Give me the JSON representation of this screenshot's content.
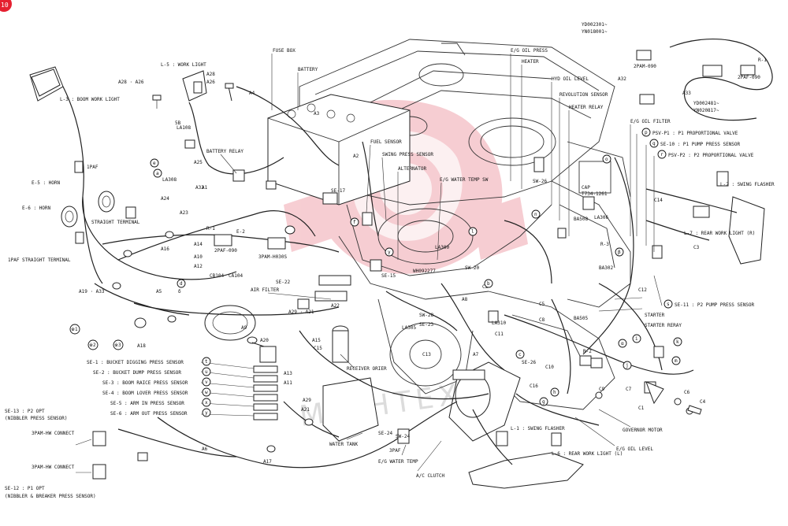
{
  "corner_badge": "10",
  "watermark": "MIGHTEX",
  "codes": [
    "YD002301~",
    "YN018001~",
    "YD002481~",
    "YN020817~"
  ],
  "top_labels": [
    "FUSE BOX",
    "BATTERY",
    "E/G OIL PRESS",
    "HEATER",
    "HYD OIL LEVEL",
    "REVOLUTION SENSOR",
    "HEATER RELAY",
    "E/G OIL FILTER",
    "FUEL SENSOR",
    "SWING PRESS SENSOR",
    "ALTERNATOR",
    "E/G WATER TEMP SW",
    "BATTERY RELAY",
    "AIR FILTER",
    "RECEIVER ORIER",
    "WATER TANK",
    "E/G WATER TEMP",
    "A/C CLUTCH",
    "STARTER",
    "STARTER RERAY",
    "GOVERNOR MOTOR",
    "E/G OIL LEVEL"
  ],
  "left_labels": [
    "L-3 : BOOM WORK LIGHT",
    "L-5 : WORK LIGHT",
    "E-5 : HORN",
    "E-6 : HORN",
    "STRAIGHT TERMINAL",
    "1PAF STRAIGHT TERMINAL",
    "R-1",
    "E-2",
    "3PAM-H030S"
  ],
  "sensors_left": [
    {
      "id": "SE-1",
      "text": "SE-1 : BUCKET DIGGING PRESS SENSOR",
      "letter": "t"
    },
    {
      "id": "SE-2",
      "text": "SE-2 : BUCKET DUMP PRESS SENSOR",
      "letter": "u"
    },
    {
      "id": "SE-3",
      "text": "SE-3 : BOOM RAICE PRESS SENSOR",
      "letter": "v"
    },
    {
      "id": "SE-4",
      "text": "SE-4 : BOOM LOVER PRESS SENSOR",
      "letter": "w"
    },
    {
      "id": "SE-5",
      "text": "SE-5 : ARM IN PRESS SENSOR",
      "letter": "x"
    },
    {
      "id": "SE-6",
      "text": "SE-6 : ARM OUT PRESS SENSOR",
      "letter": "y"
    }
  ],
  "bottom_left": [
    "SE-13 : P2 OPT",
    "(NIBBLER PRESS SENSOR)",
    "3PAM-HW CONNECT",
    "3PAM-HW CONNECT",
    "SE-12 : P1 OPT",
    "(NIBBLER & BREAKER PRESS SENSOR)"
  ],
  "right_sensors": [
    {
      "letter": "p",
      "text": "PSV-P1 : P1 PROPORTIONAL VALVE"
    },
    {
      "letter": "q",
      "text": "SE-10 : P1 PUMP PRESS SENSOR"
    },
    {
      "letter": "r",
      "text": "PSV-P2 : P2 PROPORTIONAL VALVE"
    },
    {
      "letter": "s",
      "text": "SE-11 : P2 PUMP PRESS SENSOR"
    }
  ],
  "right_labels": [
    "L-2 : SWING FLASHER",
    "L-7 : REAR WORK LIGHT (R)",
    "L-1 : SWING FLASHER",
    "L-6 : REAR WORK LIGHT (L)",
    "R-1",
    "A32",
    "A33",
    "2PAF-090",
    "2PAM-090"
  ],
  "harness_refs": [
    "A1",
    "A2",
    "A3",
    "A4",
    "A5",
    "A6",
    "A7",
    "A8",
    "A9",
    "A10",
    "A11",
    "A12",
    "A13",
    "A14",
    "A15",
    "A16",
    "A17",
    "A18",
    "A19 · A33",
    "A20",
    "A21",
    "A22",
    "A23",
    "A24",
    "A25",
    "A26",
    "A28",
    "A28 · A26",
    "A29",
    "A29 · A21",
    "A32",
    "C1",
    "C2",
    "C3",
    "C4",
    "C5",
    "C6",
    "C7",
    "C8",
    "C9",
    "C10",
    "C11",
    "C12",
    "C13",
    "C14",
    "C15",
    "C16"
  ],
  "circled": [
    "a",
    "b",
    "c",
    "d",
    "e",
    "f",
    "g",
    "h",
    "i",
    "j",
    "k",
    "l",
    "m",
    "n",
    "o",
    "α",
    "β",
    "γ",
    "δ",
    "※1",
    "※2",
    "※3"
  ],
  "connector_labels": [
    "1PAF",
    "2PAF-090",
    "SE-17",
    "SE-15",
    "SE-22",
    "SE-23",
    "SE-24",
    "SE-26",
    "SW-26",
    "SW-24",
    "SW-28",
    "SW-20",
    "LA305",
    "LA306",
    "LA300",
    "LA310",
    "LA308",
    "LA108",
    "BA505",
    "BA508",
    "CB104",
    "CA104",
    "CAP",
    "T734-1261",
    "WH092277",
    "BA302",
    "3PAF",
    "5B",
    "R-2",
    "R-3"
  ]
}
